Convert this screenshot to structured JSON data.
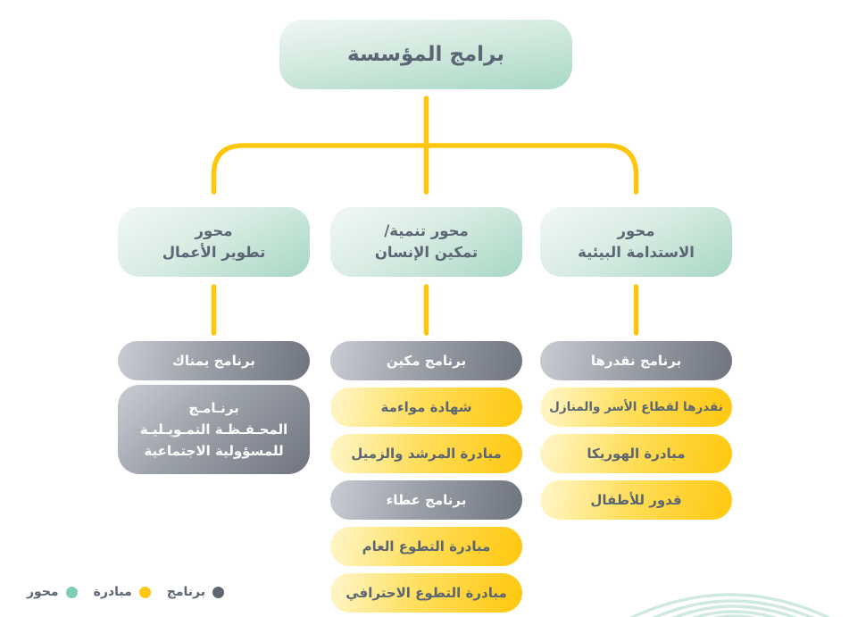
{
  "title": {
    "label": "برامج المؤسسة"
  },
  "axes": {
    "business": {
      "line1": "محور",
      "line2": "تطوير الأعمال"
    },
    "human": {
      "line1": "محور تنمية/",
      "line2": "تمكين الإنسان"
    },
    "environment": {
      "line1": "محور",
      "line2": "الاستدامة البيئية"
    }
  },
  "business_children": {
    "yumnak": "برنامج يمناك",
    "portfolio_line1": "برنـامـج",
    "portfolio_line2": "المحـفـظـة التمـويـليـة",
    "portfolio_line3": "للمسؤولية الاجتماعية"
  },
  "human_children": {
    "makeen": "برنامج مكين",
    "muwaamah": "شهادة مواءمة",
    "mentor_peer": "مبادرة المرشد والزميل",
    "ataa": "برنامج عطاء",
    "volunteer_general": "مبادرة التطوع العام",
    "volunteer_professional": "مبادرة التطوع الاحترافي"
  },
  "environment_children": {
    "nuqadiruha": "برنامج نقدرها",
    "households": "نقدرها لقطاع الأسر والمنازل",
    "horeca": "مبادرة الهوريكا",
    "qudur_children": "قدور للأطفال"
  },
  "legend": {
    "program": "برنامج",
    "initiative": "مبادرة",
    "axis": "محور"
  },
  "colors": {
    "connector_yellow": "#FFC60B",
    "axis_teal_light": "#F2F8F5",
    "axis_teal_deep": "#A7D7C4",
    "program_gray_light": "#C9CDD3",
    "program_gray_deep": "#6F747E",
    "initiative_yellow_light": "#FFF7CC",
    "initiative_yellow_deep": "#FFC70E",
    "text_dark": "#5B6573",
    "text_on_gray": "#FFFFFF",
    "legend_program_dot": "#5F6672",
    "legend_initiative_dot": "#FFC613",
    "legend_axis_dot": "#7FCDB9",
    "wave_mint": "#CFE9E0"
  }
}
